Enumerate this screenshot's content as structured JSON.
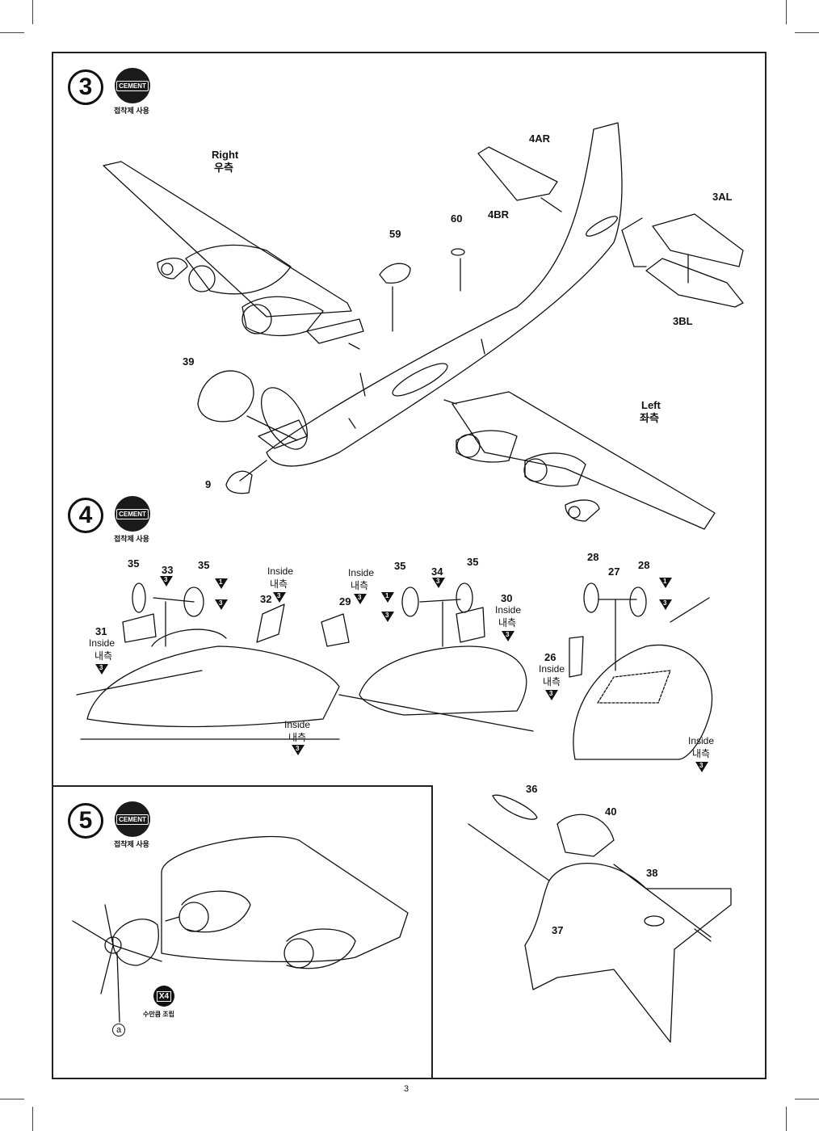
{
  "page_number": "3",
  "cement": {
    "badge": "CEMENT",
    "label": "접착제 사용"
  },
  "steps": [
    {
      "number": "3"
    },
    {
      "number": "4"
    },
    {
      "number": "5"
    }
  ],
  "step3": {
    "right_label": "Right",
    "right_label_ko": "우측",
    "left_label": "Left",
    "left_label_ko": "좌측",
    "parts": [
      "4AR",
      "4BR",
      "60",
      "59",
      "3AL",
      "3BL",
      "39",
      "9"
    ]
  },
  "step4": {
    "inside": "Inside",
    "inside_ko": "내측",
    "parts_left": [
      "35",
      "33",
      "35",
      "31",
      "32"
    ],
    "parts_mid": [
      "29",
      "35",
      "34",
      "35",
      "30"
    ],
    "parts_right": [
      "28",
      "27",
      "28",
      "26"
    ],
    "marks": [
      "1",
      "3"
    ]
  },
  "step5": {
    "repeat_badge": "X4",
    "repeat_label": "수만큼 조립",
    "callout": "a"
  },
  "detail": {
    "parts": [
      "36",
      "40",
      "38",
      "37"
    ]
  }
}
